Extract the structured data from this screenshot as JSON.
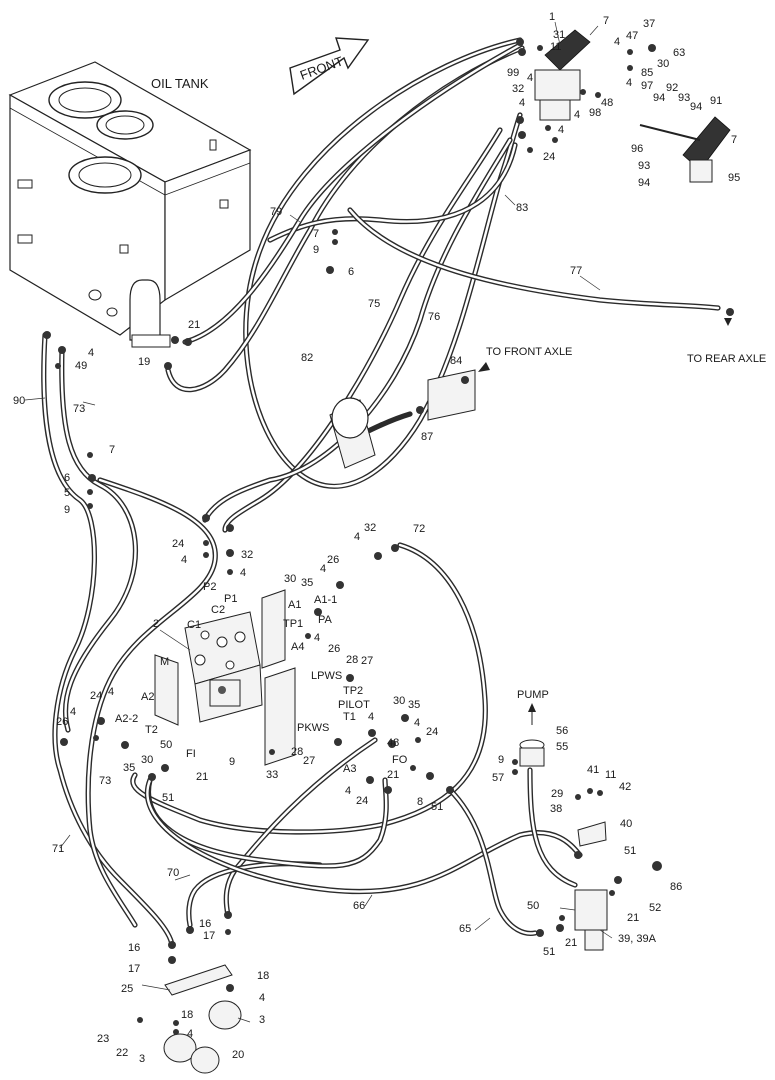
{
  "texts": {
    "oil_tank": "OIL TANK",
    "front": "FRONT",
    "to_front_axle": "TO FRONT AXLE",
    "to_rear_axle": "TO REAR AXLE",
    "pump": "PUMP",
    "p2": "P2",
    "p1": "P1",
    "c1": "C1",
    "c2": "C2",
    "a1": "A1",
    "a1_1": "A1-1",
    "tp1": "TP1",
    "pa": "PA",
    "a4": "A4",
    "m": "M",
    "a2": "A2",
    "a2_2": "A2-2",
    "t2": "T2",
    "fi": "FI",
    "lpws": "LPWS",
    "tp2": "TP2",
    "pilot": "PILOT",
    "t1": "T1",
    "pkws": "PKWS",
    "a3": "A3",
    "fo": "FO"
  },
  "callouts": {
    "c1": "1",
    "c7a": "7",
    "c31": "31",
    "c11a": "11",
    "c99": "99",
    "c37": "37",
    "c47": "47",
    "c63": "63",
    "c4a": "4",
    "c30a": "30",
    "c85": "85",
    "c4b": "4",
    "c48a": "48",
    "c98": "98",
    "c4c": "4",
    "c97": "97",
    "c92": "92",
    "c94a": "94",
    "c93a": "93",
    "c94b": "94",
    "c91": "91",
    "c7b": "7",
    "c96": "96",
    "c93b": "93",
    "c94c": "94",
    "c95": "95",
    "c32a": "32",
    "c4d": "4",
    "c4e": "4",
    "c24a": "24",
    "c83": "83",
    "c79": "79",
    "c7c": "7",
    "c9a": "9",
    "c6a": "6",
    "c77": "77",
    "c75": "75",
    "c76": "76",
    "c82": "82",
    "c21a": "21",
    "c19": "19",
    "c4f": "4",
    "c49": "49",
    "c90": "90",
    "c73a": "73",
    "c84": "84",
    "c87": "87",
    "c7d": "7",
    "c6b": "6",
    "c5": "5",
    "c9b": "9",
    "c24b": "24",
    "c4g": "4",
    "c32b": "32",
    "c4h": "4",
    "c72": "72",
    "c26a": "26",
    "c4i": "4",
    "c30b": "30",
    "c35a": "35",
    "c2": "2",
    "c4j": "4",
    "c26b": "26",
    "c28a": "28",
    "c27a": "27",
    "c4k": "4",
    "c24c": "24",
    "c4l": "4",
    "c26c": "26",
    "c73b": "73",
    "c35b": "35",
    "c30c": "30",
    "c50a": "50",
    "c51a": "51",
    "c21b": "21",
    "c30d": "30",
    "c35c": "35",
    "c4m": "4",
    "c4n": "4",
    "c48b": "48",
    "c24d": "24",
    "c9c": "9",
    "c33": "33",
    "c28b": "28",
    "c27b": "27",
    "c4o": "4",
    "c24e": "24",
    "c21c": "21",
    "c8": "8",
    "c51b": "51",
    "c56": "56",
    "c55": "55",
    "c9d": "9",
    "c57": "57",
    "c41": "41",
    "c11b": "11",
    "c42": "42",
    "c29": "29",
    "c38": "38",
    "c40": "40",
    "c51c": "51",
    "c86": "86",
    "c52": "52",
    "c21d": "21",
    "c50b": "50",
    "c21e": "21",
    "c51d": "51",
    "c39": "39, 39A",
    "c65": "65",
    "c66": "66",
    "c70": "70",
    "c71": "71",
    "c16a": "16",
    "c17a": "17",
    "c16b": "16",
    "c17b": "17",
    "c18a": "18",
    "c25": "25",
    "c4p": "4",
    "c18b": "18",
    "c3a": "3",
    "c23": "23",
    "c22": "22",
    "c4q": "4",
    "c3b": "3",
    "c20": "20"
  }
}
